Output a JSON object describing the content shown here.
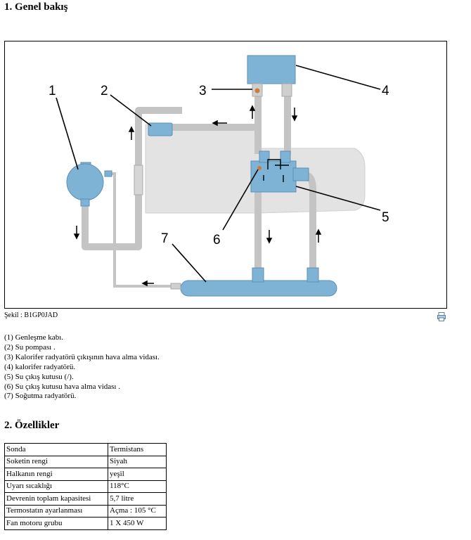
{
  "section1": {
    "title": "1. Genel bakış"
  },
  "figure": {
    "labels": [
      "1",
      "2",
      "3",
      "4",
      "5",
      "6",
      "7"
    ],
    "caption": "Şekil : B1GP0JAD"
  },
  "legend": [
    "(1) Genleşme kabı.",
    "(2) Su pompası .",
    "(3) Kalorifer radyatörü çıkışının hava alma vidası.",
    "(4) kalorifer radyatörü.",
    "(5) Su çıkış kutusu (/).",
    "(6) Su çıkış kutusu hava alma vidası .",
    "(7) Soğutma radyatörü."
  ],
  "section2": {
    "title": "2. Özellikler"
  },
  "specs": [
    {
      "key": "Sonda",
      "value": "Termistans"
    },
    {
      "key": "Soketin rengi",
      "value": "Siyah"
    },
    {
      "key": "Halkanın rengi",
      "value": "yeşil"
    },
    {
      "key": "Uyarı sıcaklığı",
      "value": "118°C"
    },
    {
      "key": "Devrenin toplam kapasitesi",
      "value": "5,7 litre"
    },
    {
      "key": "Termostatın ayarlanması",
      "value": "Açma : 105 °C"
    },
    {
      "key": "Fan motoru grubu",
      "value": "1 X 450 W"
    }
  ],
  "colors": {
    "component_blue": "#7fb3d6",
    "pipe_gray": "#c8c8c8",
    "engine_gray": "#e3e3e3"
  },
  "icons": {
    "print": "print-icon"
  }
}
